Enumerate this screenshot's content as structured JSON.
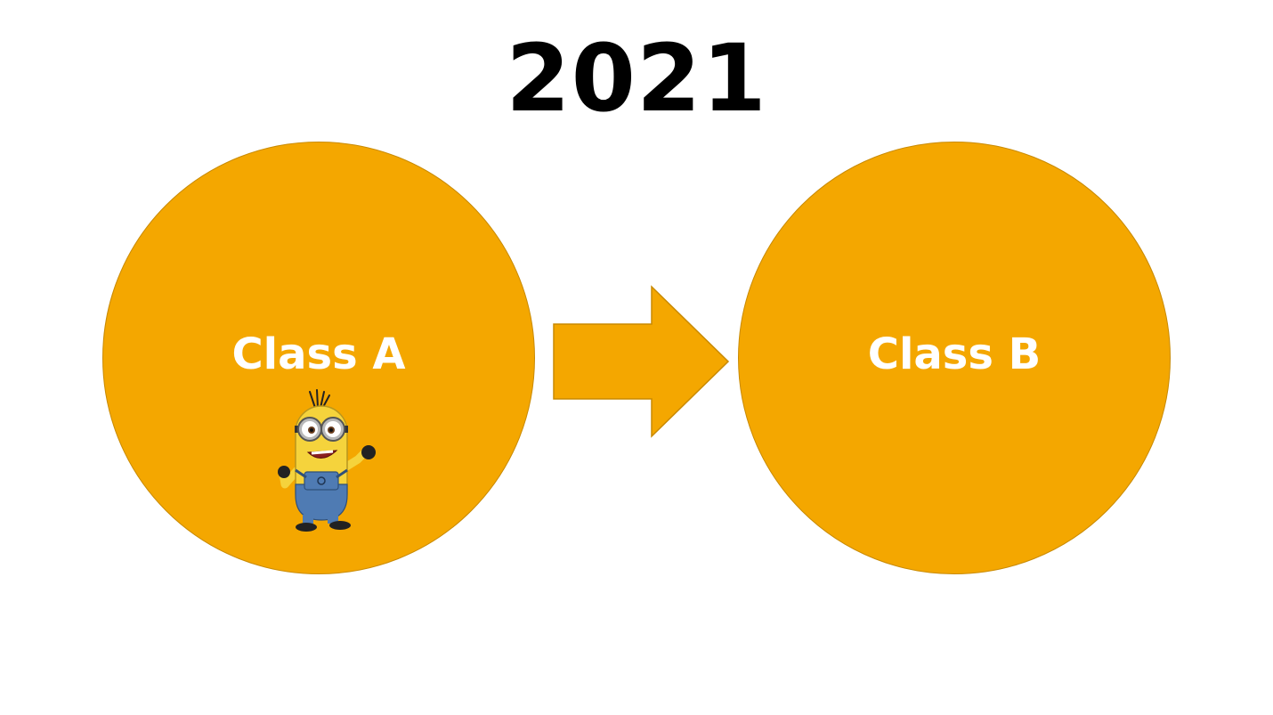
{
  "title": "2021",
  "nodes": [
    {
      "id": "class-a",
      "label": "Class A"
    },
    {
      "id": "class-b",
      "label": "Class B"
    }
  ],
  "edges": [
    {
      "from": "class-a",
      "to": "class-b"
    }
  ],
  "colors": {
    "node_fill": "#F4A700",
    "node_stroke": "#C98A00",
    "label_text": "#FFFFFF",
    "title_text": "#000000"
  },
  "icons": {
    "character": "minion-icon"
  }
}
